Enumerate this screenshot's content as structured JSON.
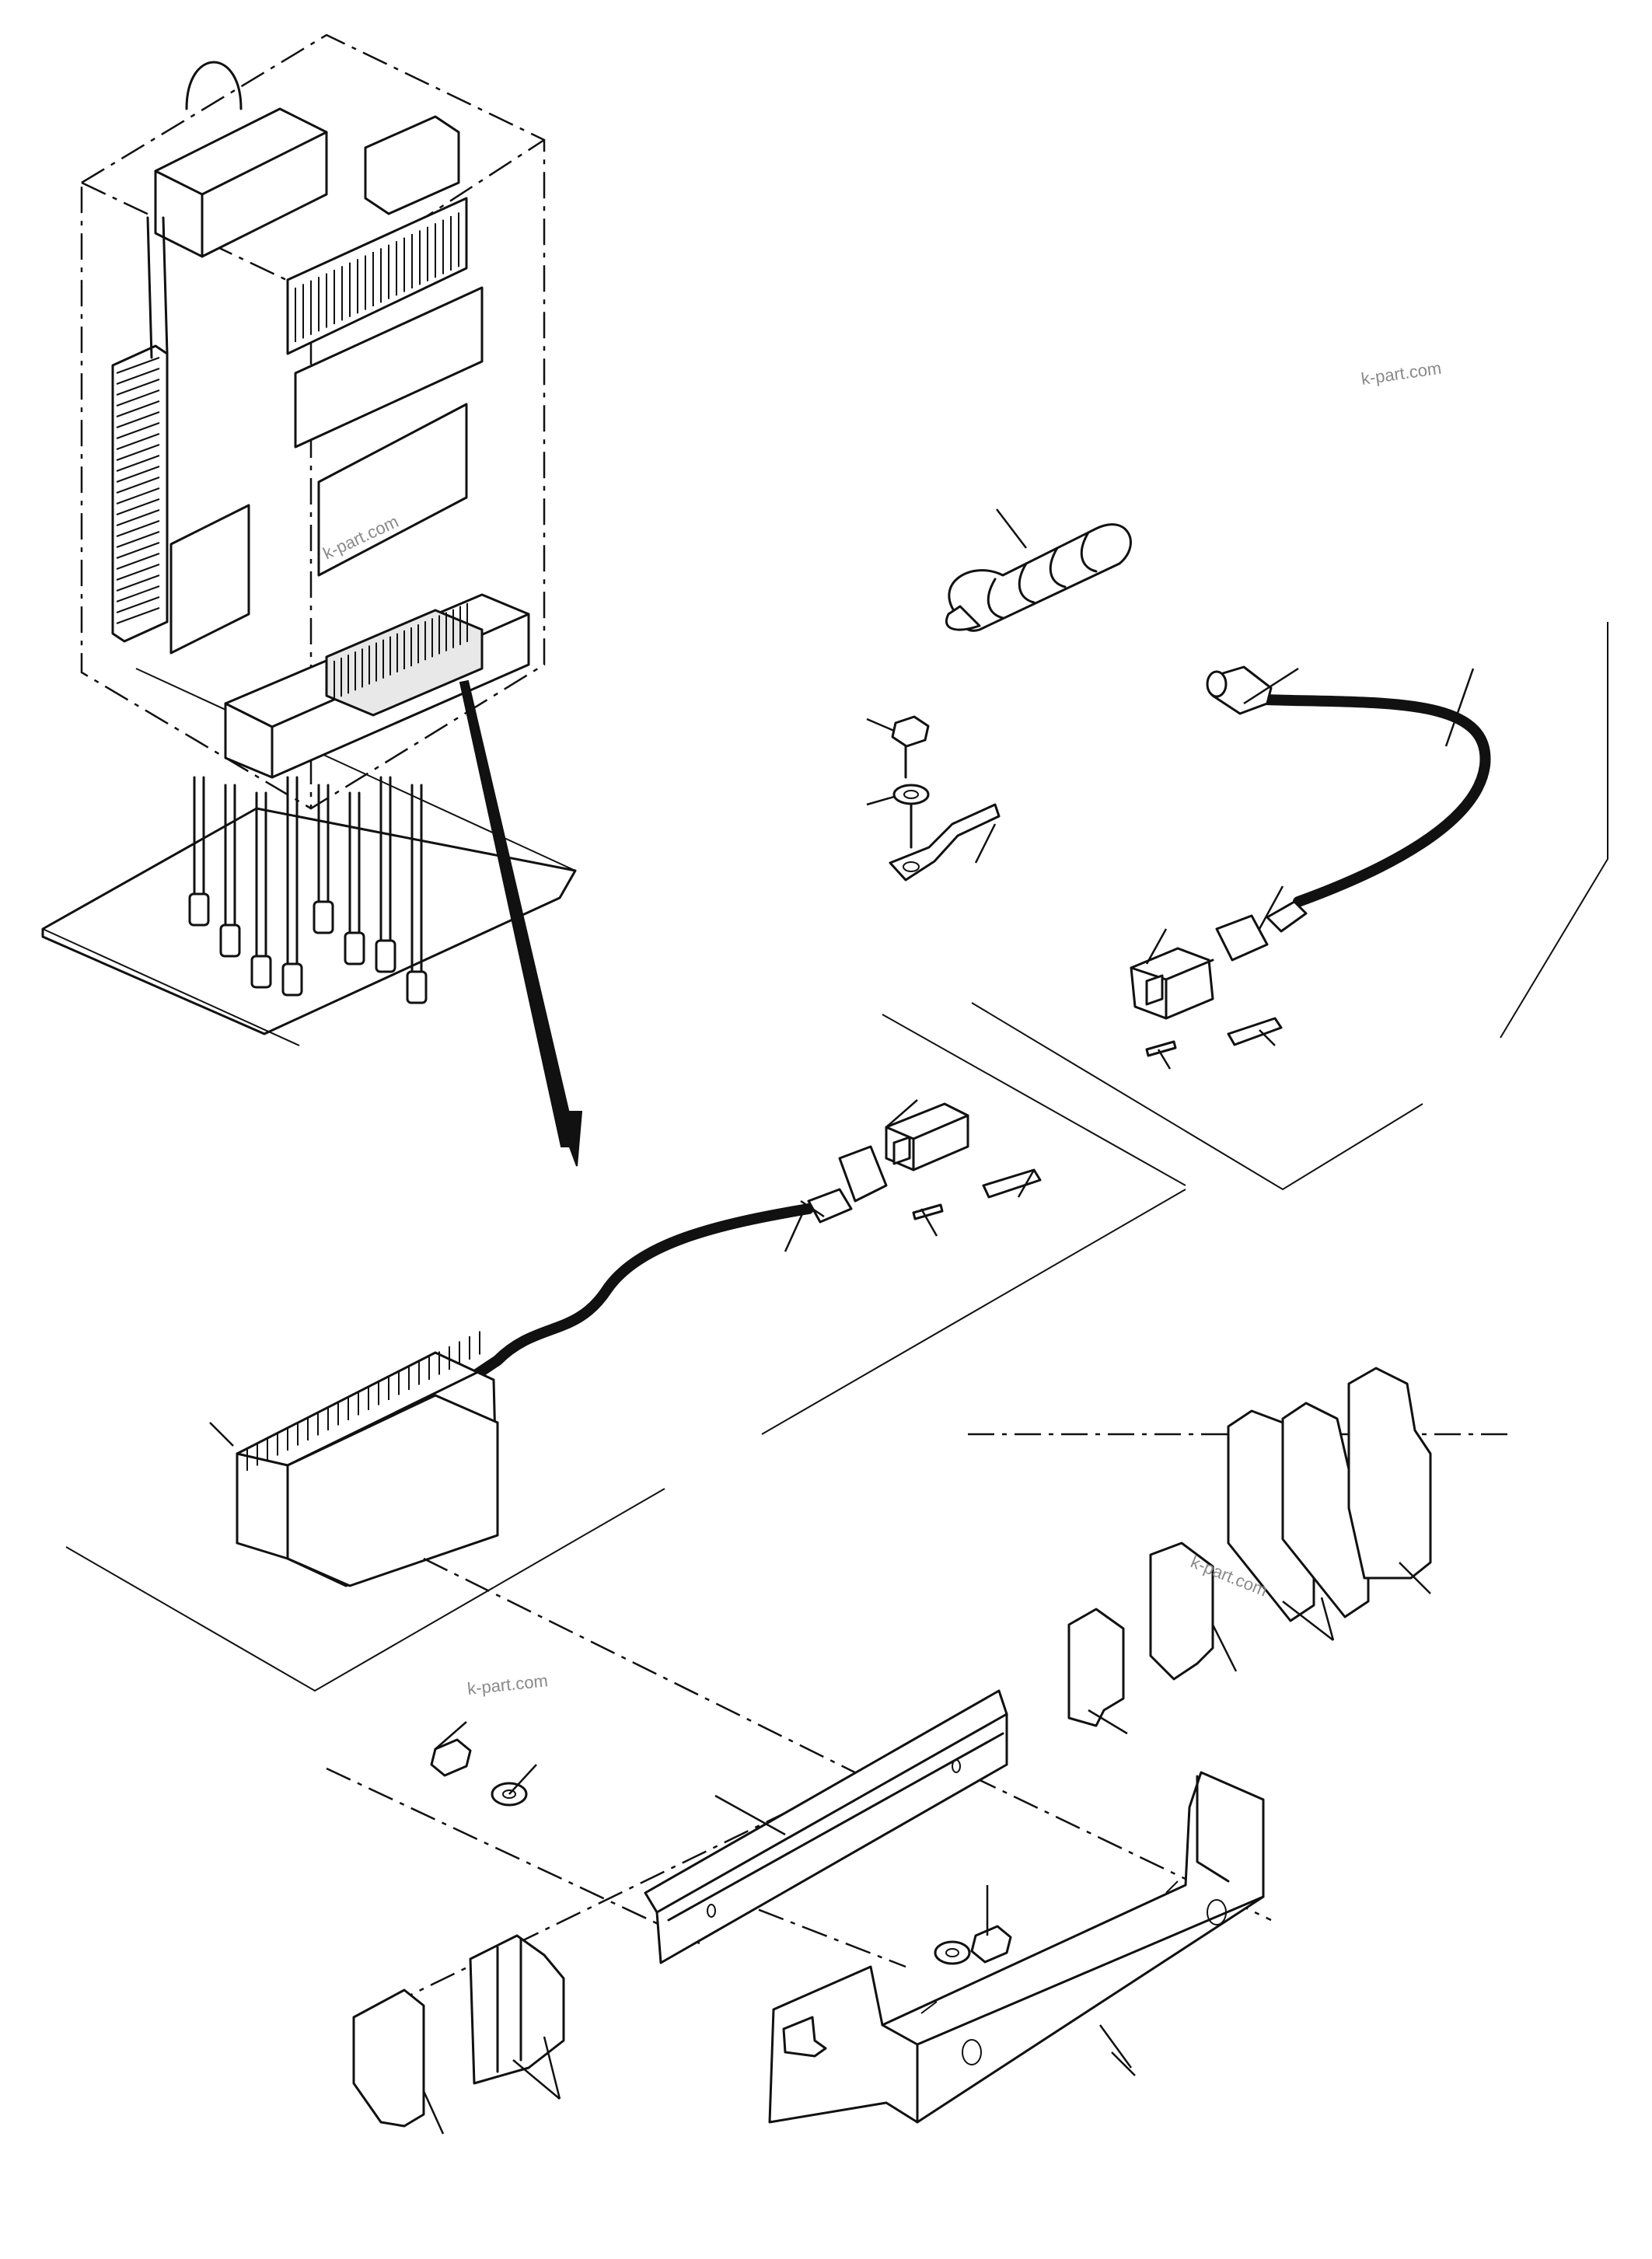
{
  "watermarks": [
    "k-part.com",
    "k-part.com",
    "k-part.com",
    "k-part.com"
  ],
  "colors": {
    "line": "#111111",
    "background": "#ffffff",
    "watermark": "#8a8a8a"
  }
}
